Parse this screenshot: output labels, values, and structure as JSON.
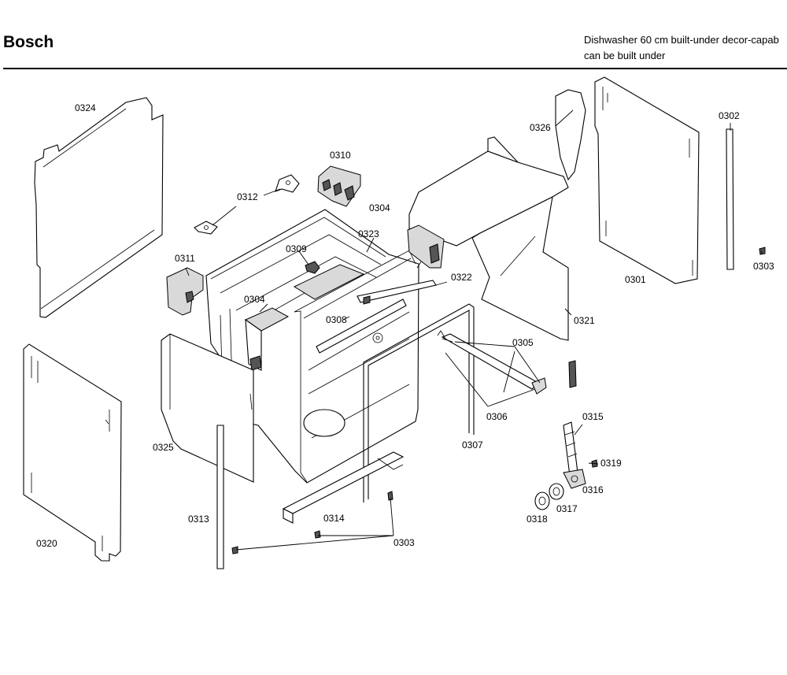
{
  "header": {
    "brand": "Bosch",
    "subtitle_line1": "Dishwasher 60 cm built-under decor-capab",
    "subtitle_line2": "can be built under"
  },
  "part_labels": {
    "p0324": "0324",
    "p0310": "0310",
    "p0312": "0312",
    "p0311": "0311",
    "p0309": "0309",
    "p0304a": "0304",
    "p0304b": "0304",
    "p0323": "0323",
    "p0326": "0326",
    "p0302": "0302",
    "p0303a": "0303",
    "p0303b": "0303",
    "p0301": "0301",
    "p0322": "0322",
    "p0308": "0308",
    "p0321": "0321",
    "p0305": "0305",
    "p0306": "0306",
    "p0307": "0307",
    "p0315": "0315",
    "p0319": "0319",
    "p0316": "0316",
    "p0317": "0317",
    "p0318": "0318",
    "p0325": "0325",
    "p0313": "0313",
    "p0314": "0314",
    "p0320": "0320"
  }
}
